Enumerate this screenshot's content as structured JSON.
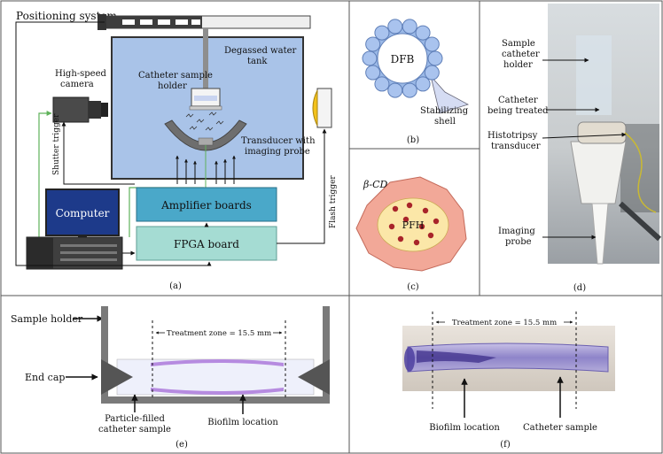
{
  "panel_a": {
    "positioning_system": "Positioning system",
    "degassed_water_tank_1": "Degassed water",
    "degassed_water_tank_2": "tank",
    "catheter_sample_holder_1": "Catheter sample",
    "catheter_sample_holder_2": "holder",
    "high_speed_camera_1": "High-speed",
    "high_speed_camera_2": "camera",
    "transducer_1": "Transducer with",
    "transducer_2": "imaging probe",
    "shutter_trigger": "Shutter trigger",
    "flash_trigger": "Flash trigger",
    "computer": "Computer",
    "amplifier_boards": "Amplifier boards",
    "fpga_board": "FPGA board",
    "caption": "(a)"
  },
  "panel_b": {
    "dfb": "DFB",
    "stabilizing_1": "Stabilizing",
    "stabilizing_2": "shell",
    "caption": "(b)"
  },
  "panel_c": {
    "beta_cd": "β-CD",
    "pfh": "PFH",
    "caption": "(c)"
  },
  "panel_d": {
    "sample_catheter_holder_1": "Sample",
    "sample_catheter_holder_2": "catheter",
    "sample_catheter_holder_3": "holder",
    "catheter_treated_1": "Catheter",
    "catheter_treated_2": "being treated",
    "histotripsy_1": "Histotripsy",
    "histotripsy_2": "transducer",
    "imaging_probe_1": "Imaging",
    "imaging_probe_2": "probe",
    "caption": "(d)"
  },
  "panel_e": {
    "sample_holder": "Sample holder",
    "treatment_zone": "Treatment zone = 15.5 mm",
    "end_cap": "End cap",
    "particle_filled_1": "Particle-filled",
    "particle_filled_2": "catheter sample",
    "biofilm_location": "Biofilm location",
    "caption": "(e)"
  },
  "panel_f": {
    "treatment_zone": "Treatment zone = 15.5 mm",
    "biofilm_location": "Biofilm location",
    "catheter_sample": "Catheter sample",
    "caption": "(f)"
  },
  "colors": {
    "tank_blue": "#a9c3e8",
    "amplifier_teal": "#4aa8c9",
    "fpga_mint": "#a5dcd3",
    "green_wire": "#5fb25a",
    "dfb_blue": "#9ab8e6",
    "pfh_yellow": "#fbe7a8",
    "cd_pink": "#f2a898",
    "biofilm_purple": "#b68be0",
    "photo_purple": "#6a5fb0"
  }
}
